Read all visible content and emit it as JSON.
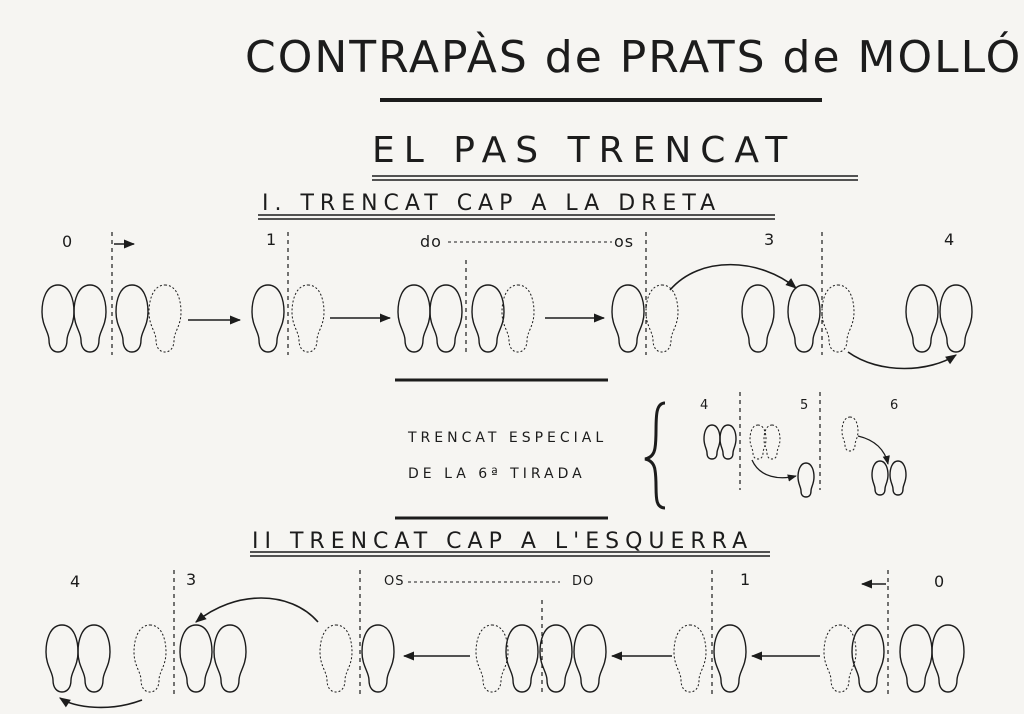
{
  "title": "CONTRAPÀS de PRATS de MOLLÓ",
  "subtitle": "EL PAS TRENCAT",
  "section1": {
    "heading": "I. TRENCAT CAP A LA DRETA",
    "labels": [
      "0",
      "1",
      "do",
      "os",
      "3",
      "4"
    ]
  },
  "special": {
    "line1": "TRENCAT ESPECIAL",
    "line2": "DE LA 6ª TIRADA",
    "labels": [
      "4",
      "5",
      "6"
    ]
  },
  "section2": {
    "heading": "II TRENCAT CAP A L'ESQUERRA",
    "labels": [
      "4",
      "3",
      "OS",
      "DO",
      "1",
      "0"
    ]
  },
  "colors": {
    "ink": "#1c1c1c",
    "paper": "#f6f5f2"
  }
}
